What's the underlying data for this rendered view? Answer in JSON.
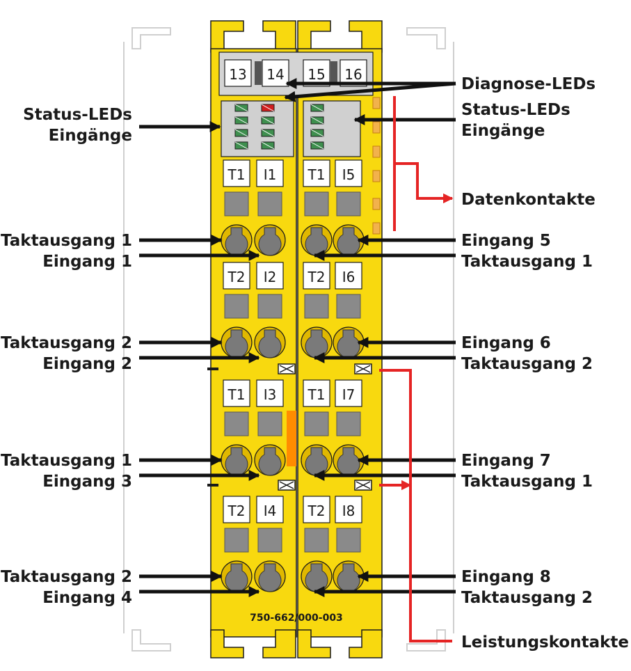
{
  "module": {
    "part_number": "750-662/000-003",
    "top_labels": [
      "13",
      "14",
      "15",
      "16"
    ],
    "colors": {
      "housing": "#f8d90f",
      "housing_dark": "#e0b800",
      "terminal_gray": "#8a8a8a",
      "connector_gray": "#d4d4d4",
      "led_green": "#3e8f4e",
      "led_red": "#d11f1f",
      "arrow_black": "#111111",
      "arrow_red": "#e52424",
      "orange_strip": "#ff8c00"
    },
    "groups": [
      {
        "left": [
          "T1",
          "I1"
        ],
        "right": [
          "T1",
          "I5"
        ]
      },
      {
        "left": [
          "T2",
          "I2"
        ],
        "right": [
          "T2",
          "I6"
        ]
      },
      {
        "left": [
          "T1",
          "I3"
        ],
        "right": [
          "T1",
          "I7"
        ]
      },
      {
        "left": [
          "T2",
          "I4"
        ],
        "right": [
          "T2",
          "I8"
        ]
      }
    ]
  },
  "labels": {
    "status_leds_left": [
      "Status-LEDs",
      "Eingänge"
    ],
    "diagnose_leds": "Diagnose-LEDs",
    "status_leds_right": [
      "Status-LEDs",
      "Eingänge"
    ],
    "datenkontakte": "Datenkontakte",
    "leistungskontakte": "Leistungskontakte",
    "left_rows": [
      [
        "Taktausgang 1",
        "Eingang 1"
      ],
      [
        "Taktausgang 2",
        "Eingang 2"
      ],
      [
        "Taktausgang 1",
        "Eingang 3"
      ],
      [
        "Taktausgang 2",
        "Eingang 4"
      ]
    ],
    "right_rows": [
      [
        "Eingang 5",
        "Taktausgang 1"
      ],
      [
        "Eingang 6",
        "Taktausgang 2"
      ],
      [
        "Eingang 7",
        "Taktausgang 1"
      ],
      [
        "Eingang 8",
        "Taktausgang 2"
      ]
    ]
  }
}
